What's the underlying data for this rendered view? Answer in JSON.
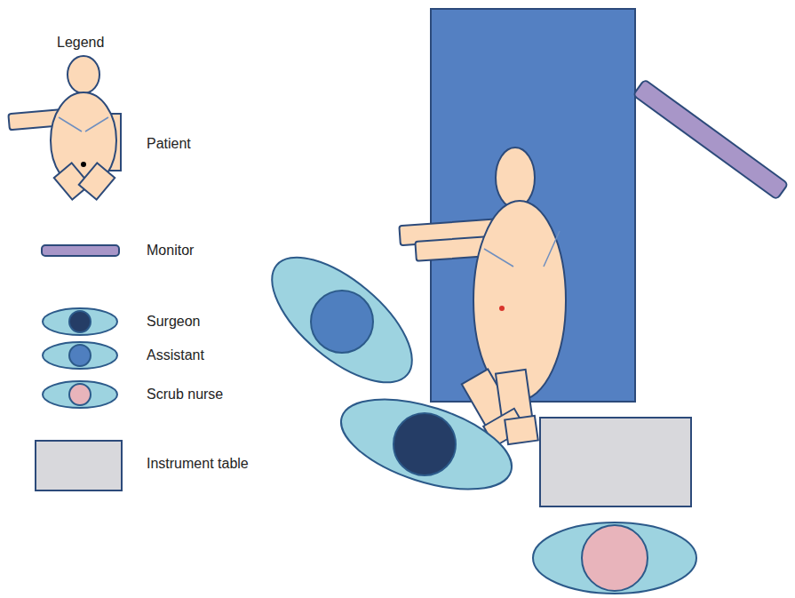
{
  "diagram": {
    "labels": [
      "Legend"
    ],
    "legend": [
      {
        "text": "Patient"
      },
      {
        "text": "Monitor"
      },
      {
        "text": "Surgeon"
      },
      {
        "text": "Assistant"
      },
      {
        "text": "Scrub nurse"
      },
      {
        "text": "Instrument table"
      }
    ]
  }
}
